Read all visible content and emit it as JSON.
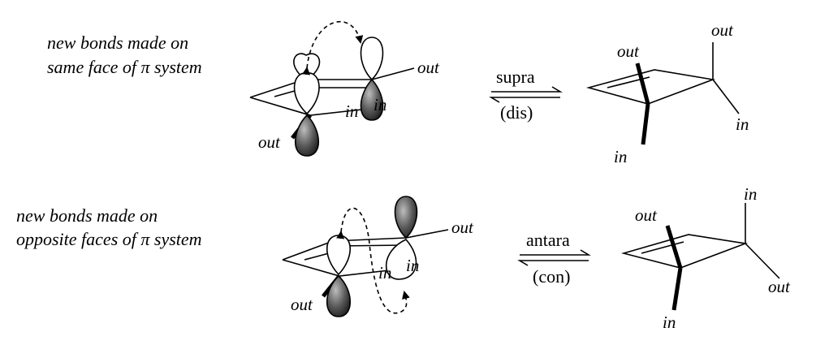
{
  "rows": [
    {
      "caption_line1": "new bonds made on",
      "caption_line2": "same face of π system",
      "reactant_labels": {
        "out_right": "out",
        "in_center": "in",
        "in_right_lobe": "in",
        "out_left": "out"
      },
      "arrow": {
        "top": "supra",
        "bottom": "(dis)"
      },
      "product_labels": {
        "out_top_left": "out",
        "out_top_right": "out",
        "in_right": "in",
        "in_bottom": "in"
      }
    },
    {
      "caption_line1": "new bonds made on",
      "caption_line2": "opposite faces of π system",
      "reactant_labels": {
        "out_right": "out",
        "in_center": "in",
        "in_right_lobe": "in",
        "out_left": "out"
      },
      "arrow": {
        "top": "antara",
        "bottom": "(con)"
      },
      "product_labels": {
        "out_top_left": "out",
        "in_top_right": "in",
        "out_right": "out",
        "in_bottom": "in"
      }
    }
  ],
  "colors": {
    "lobe_shaded": "#333333",
    "ink": "#000000"
  }
}
